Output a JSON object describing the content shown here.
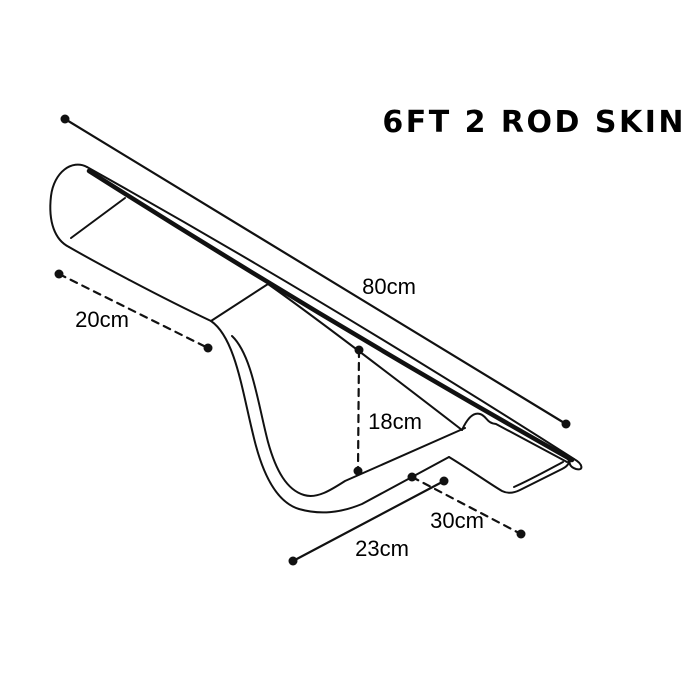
{
  "title": "6FT 2 ROD SKIN",
  "colors": {
    "background": "#ffffff",
    "line": "#111111",
    "text": "#000000"
  },
  "diagram": {
    "subject": "6ft two-rod skin cover — dimensioned outline drawing",
    "dimensions": {
      "length": {
        "label": "80cm",
        "line_style": "solid, dot ends"
      },
      "opening": {
        "label": "20cm",
        "line_style": "dashed, dot ends"
      },
      "drop": {
        "label": "18cm",
        "line_style": "dashed, dot ends"
      },
      "base": {
        "label": "23cm",
        "line_style": "solid, dot ends"
      },
      "flap": {
        "label": "30cm",
        "line_style": "dashed, dot ends"
      }
    }
  }
}
